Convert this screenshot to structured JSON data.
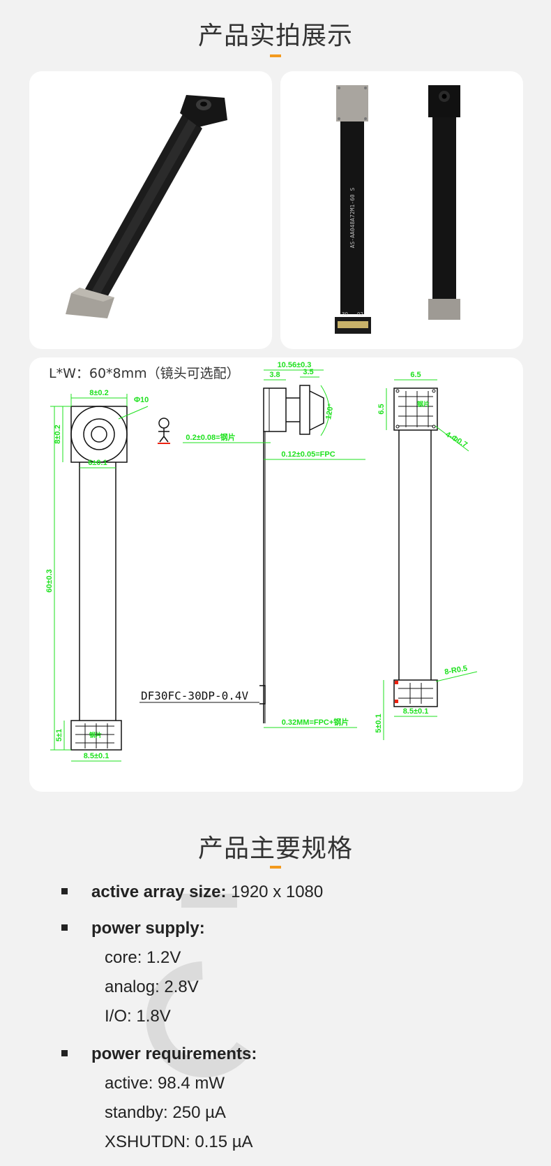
{
  "section1": {
    "title": "产品实拍展示"
  },
  "photos": {
    "left_alt": "camera module photo",
    "right_alt": "camera module front and back",
    "fpc_print": "AS-AA048A72M1-60  S",
    "pin_left": "30",
    "pin_right": "02"
  },
  "drawing": {
    "note": "L*W：60*8mm（镜头可选配）",
    "labels": {
      "top_width": "8±0.2",
      "left_height": "8±0.2",
      "lens_dia": "Φ10",
      "fpc_width": "6±0.1",
      "length": "60±0.3",
      "conn_height": "5±1",
      "conn_width": "8.5±0.1",
      "side_total": "10.56±0.3",
      "side_a": "3.8",
      "side_b": "3.5",
      "fov": "120°",
      "stiffener": "0.2±0.08=钢片",
      "fpc_thick": "0.12±0.05=FPC",
      "connector": "DF30FC-30DP-0.4V",
      "bottom_thick": "0.32MM=FPC+钢片",
      "back_width": "6.5",
      "back_height": "6.5",
      "holes": "4-Φ0.7",
      "radius": "8-R0.5",
      "back_conn_width": "8.5±0.1",
      "back_conn_height": "5±0.1",
      "steel": "钢片"
    }
  },
  "section2": {
    "title": "产品主要规格"
  },
  "specs": [
    {
      "label": "active array size:",
      "value": " 1920 x 1080"
    },
    {
      "label": "power supply:",
      "subs": [
        "core: 1.2V",
        "analog: 2.8V",
        "I/O: 1.8V"
      ]
    },
    {
      "label": "power requirements:",
      "subs": [
        "active: 98.4 mW",
        "standby: 250 µA",
        "XSHUTDN: 0.15 µA"
      ]
    }
  ],
  "colors": {
    "accent": "#f39a1e",
    "dim": "#1ee11e",
    "ink": "#111111"
  }
}
